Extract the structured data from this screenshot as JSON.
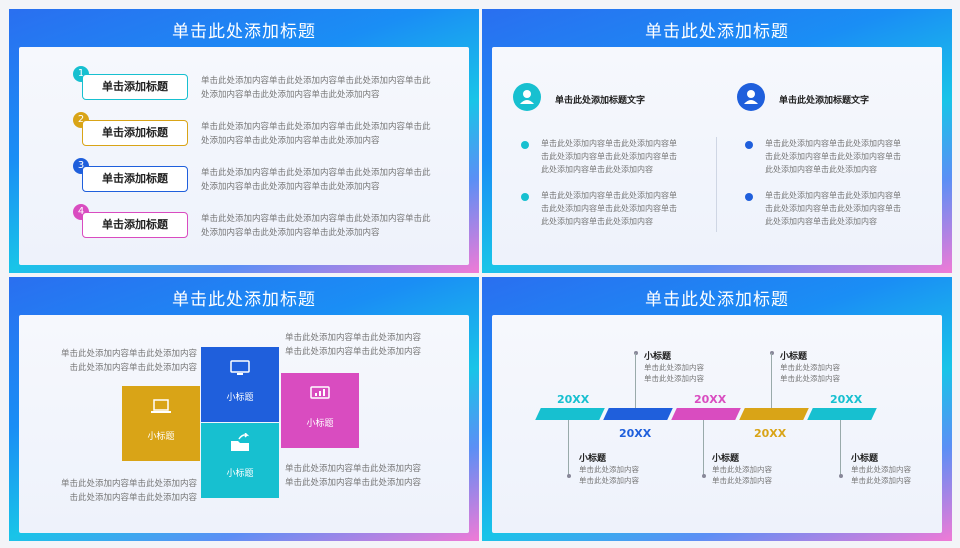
{
  "colors": {
    "teal": "#17c0d0",
    "gold": "#d9a417",
    "blue": "#1f5fdc",
    "magenta": "#d94cc0"
  },
  "slide1": {
    "title": "单击此处添加标题",
    "items": [
      {
        "num": "1",
        "label": "单击添加标题",
        "text1": "单击此处添加内容单击此处添加内容单击此处添加内容单击此",
        "text2": "处添加内容单击此处添加内容单击此处添加内容"
      },
      {
        "num": "2",
        "label": "单击添加标题",
        "text1": "单击此处添加内容单击此处添加内容单击此处添加内容单击此",
        "text2": "处添加内容单击此处添加内容单击此处添加内容"
      },
      {
        "num": "3",
        "label": "单击添加标题",
        "text1": "单击此处添加内容单击此处添加内容单击此处添加内容单击此",
        "text2": "处添加内容单击此处添加内容单击此处添加内容"
      },
      {
        "num": "4",
        "label": "单击添加标题",
        "text1": "单击此处添加内容单击此处添加内容单击此处添加内容单击此",
        "text2": "处添加内容单击此处添加内容单击此处添加内容"
      }
    ]
  },
  "slide2": {
    "title": "单击此处添加标题",
    "left": {
      "heading": "单击此处添加标题文字",
      "b1": [
        "单击此处添加内容单击此处添加内容单",
        "击此处添加内容单击此处添加内容单击",
        "此处添加内容单击此处添加内容"
      ],
      "b2": [
        "单击此处添加内容单击此处添加内容单",
        "击此处添加内容单击此处添加内容单击",
        "此处添加内容单击此处添加内容"
      ]
    },
    "right": {
      "heading": "单击此处添加标题文字",
      "b1": [
        "单击此处添加内容单击此处添加内容单",
        "击此处添加内容单击此处添加内容单击",
        "此处添加内容单击此处添加内容"
      ],
      "b2": [
        "单击此处添加内容单击此处添加内容单",
        "击此处添加内容单击此处添加内容单击",
        "此处添加内容单击此处添加内容"
      ]
    }
  },
  "slide3": {
    "title": "单击此处添加标题",
    "tl": [
      "单击此处添加内容单击此处添加内容",
      "击此处添加内容单击此处添加内容"
    ],
    "tr": [
      "单击此处添加内容单击此处添加内容",
      "单击此处添加内容单击此处添加内容"
    ],
    "bl": [
      "单击此处添加内容单击此处添加内容",
      "击此处添加内容单击此处添加内容"
    ],
    "br": [
      "单击此处添加内容单击此处添加内容",
      "单击此处添加内容单击此处添加内容"
    ],
    "boxes": {
      "gold": "小标题",
      "blue": "小标题",
      "teal": "小标题",
      "magenta": "小标题"
    }
  },
  "slide4": {
    "title": "单击此处添加标题",
    "years": [
      "20XX",
      "20XX",
      "20XX",
      "20XX",
      "20XX"
    ],
    "sub": "小标题",
    "l1": "单击此处添加内容",
    "l2": "单击此处添加内容"
  }
}
